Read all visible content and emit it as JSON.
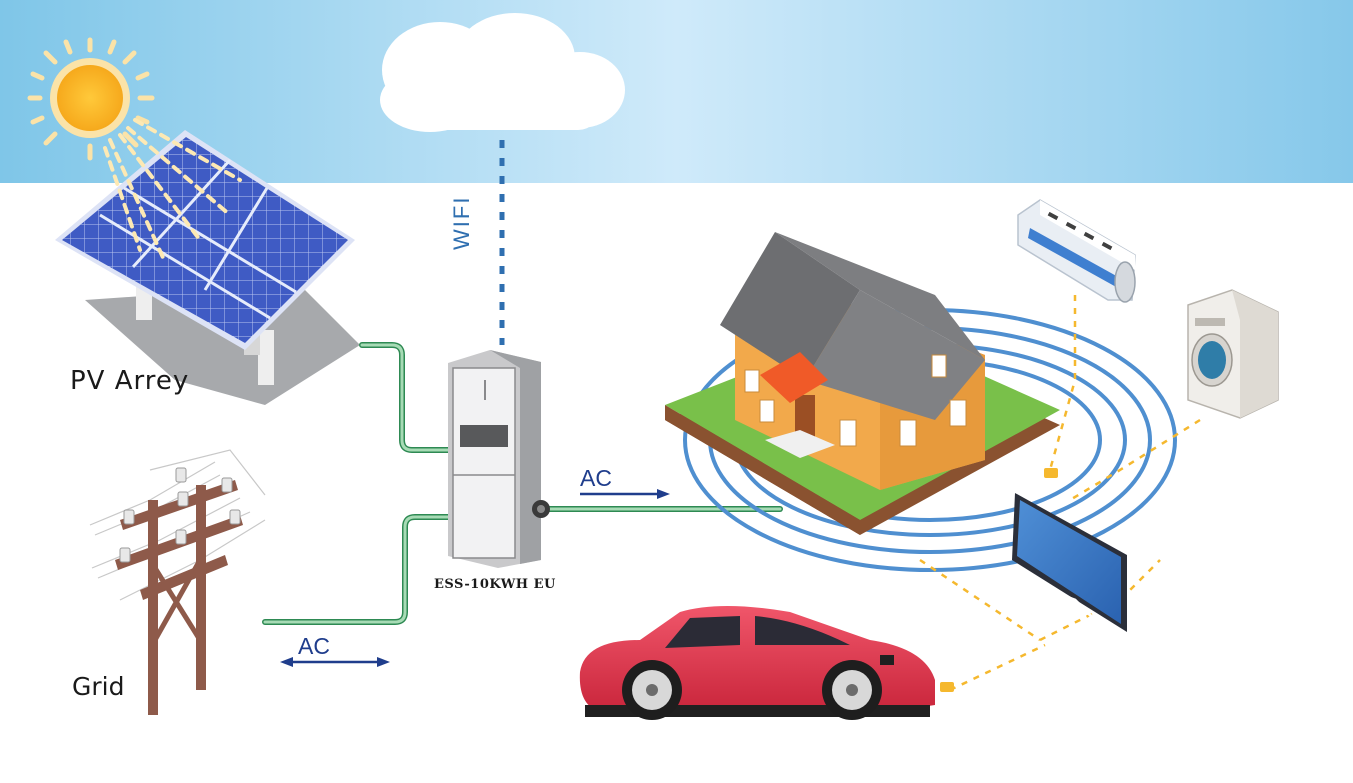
{
  "labels": {
    "pv_array": "PV Arrey",
    "grid": "Grid",
    "storage_unit": "ESS-10KWH EU",
    "ac_output": "AC",
    "ac_grid": "AC",
    "wifi": "WIFI"
  },
  "colors": {
    "sky_top": "#7fc6e8",
    "sky_bottom": "#d6eefa",
    "cable_green": "#6cc08a",
    "wifi_dots": "#2f6fb0",
    "arrow_blue": "#1f3d8c",
    "power_dots": "#f5b82e",
    "wave_rings": "#4f8fd0"
  },
  "icons": [
    "sun-icon",
    "cloud-icon",
    "solar-panel-icon",
    "power-pole-icon",
    "battery-cabinet-icon",
    "house-icon",
    "air-conditioner-icon",
    "washing-machine-icon",
    "television-icon",
    "electric-car-icon",
    "plug-icon"
  ]
}
